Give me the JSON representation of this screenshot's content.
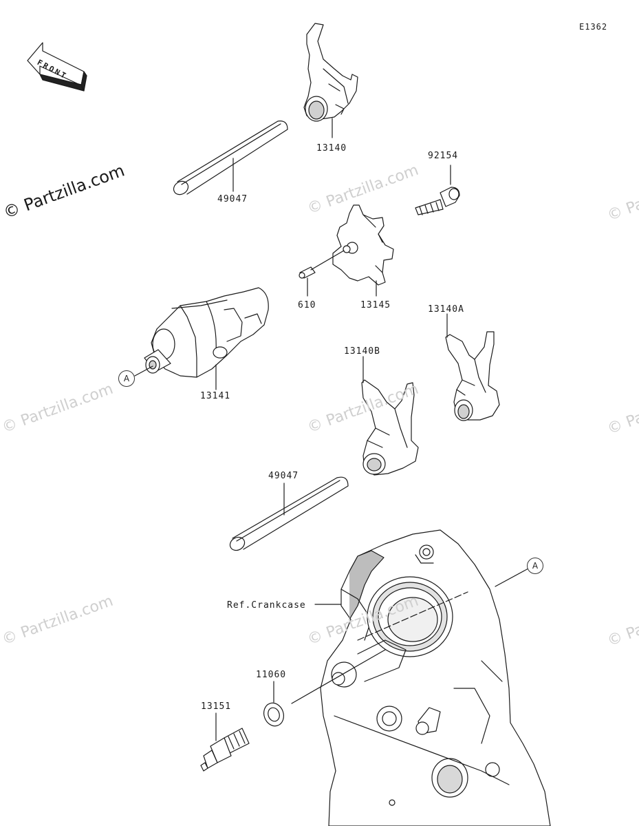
{
  "diagram_code": "E1362",
  "front_label": "FRONT",
  "watermark_primary": "© Partzilla.com",
  "watermark_faint": "© Partzilla.com",
  "ref_marker": "A",
  "parts": {
    "fork_top": "13140",
    "shaft_upper": "49047",
    "bolt": "92154",
    "pin": "610",
    "star_cam": "13145",
    "drum": "13141",
    "fork_a": "13140A",
    "fork_b": "13140B",
    "shaft_lower": "49047",
    "crankcase": "Ref.Crankcase",
    "washer": "11060",
    "switch": "13151"
  },
  "colors": {
    "line": "#1a1a1a",
    "fill": "#ffffff",
    "shade": "#cfcfcf",
    "watermark": "#c8c8c8"
  }
}
